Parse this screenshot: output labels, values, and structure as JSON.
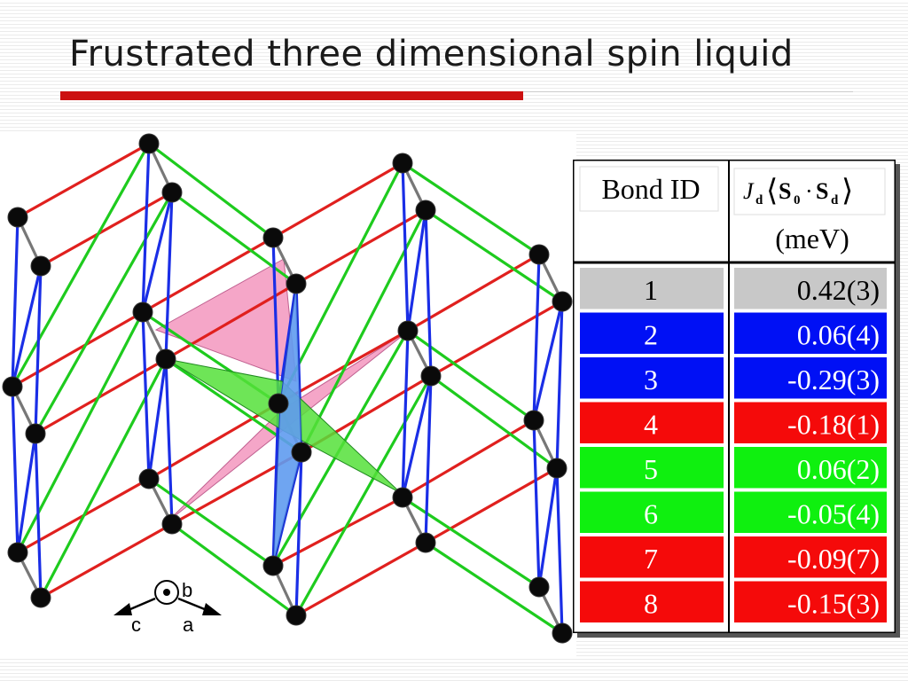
{
  "title": "Frustrated three dimensional spin liquid",
  "colors": {
    "accent_red": "#cc1111",
    "rule_gray": "#cccccc",
    "bond_red": "#e0201e",
    "bond_green": "#1ecb1e",
    "bond_blue": "#1a2ee6",
    "bond_gray": "#777777",
    "node": "#0a0a0a",
    "triangle_pink": "#f5a6c8",
    "plane_green": "#55e03a",
    "plane_blue": "#5f9bf0"
  },
  "axes_legend": {
    "b": "b",
    "c": "c",
    "a": "a"
  },
  "table": {
    "header": {
      "col1": "Bond ID",
      "col2_formula": {
        "J": "J",
        "d": "d",
        "S": "S",
        "zero": "0",
        "dot": "·",
        "left": "⟨",
        "right": "⟩"
      },
      "col2_unit": "(meV)"
    },
    "rows": [
      {
        "id": "1",
        "value": "0.42(3)",
        "color": "#c8c8c8",
        "text_color": "#000000"
      },
      {
        "id": "2",
        "value": "0.06(4)",
        "color": "#0010f5",
        "text_color": "#ffffff"
      },
      {
        "id": "3",
        "value": "-0.29(3)",
        "color": "#0010f5",
        "text_color": "#ffffff"
      },
      {
        "id": "4",
        "value": "-0.18(1)",
        "color": "#f50a0a",
        "text_color": "#ffffff"
      },
      {
        "id": "5",
        "value": "0.06(2)",
        "color": "#0ff00f",
        "text_color": "#ffffff"
      },
      {
        "id": "6",
        "value": "-0.05(4)",
        "color": "#0ff00f",
        "text_color": "#ffffff"
      },
      {
        "id": "7",
        "value": "-0.09(7)",
        "color": "#f50a0a",
        "text_color": "#ffffff"
      },
      {
        "id": "8",
        "value": "-0.15(3)",
        "color": "#f50a0a",
        "text_color": "#ffffff"
      }
    ]
  }
}
